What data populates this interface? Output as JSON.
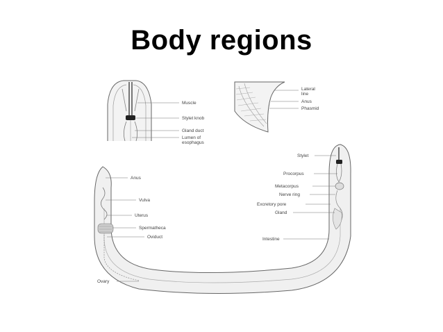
{
  "title": "Body regions",
  "colors": {
    "line": "#666666",
    "fill": "#eeeeee",
    "dark": "#222222",
    "label": "#444444"
  },
  "labels": {
    "head_muscle": "Muscle",
    "head_stylet_knob": "Stylet knob",
    "head_gland_duct": "Gland duct",
    "head_lumen_line1": "Lumen of",
    "head_lumen_line2": "esophagus",
    "tail_lateral_line1": "Lateral",
    "tail_lateral_line2": "line",
    "tail_anus": "Anus",
    "tail_phasmid": "Phasmid",
    "stylet": "Stylet",
    "procorpus": "Procorpus",
    "metacorpus": "Metacorpus",
    "nerve_ring": "Nerve ring",
    "excretory_pore": "Excretory pore",
    "gland": "Gland",
    "intestine": "Intestine",
    "anus": "Anus",
    "vulva": "Vulva",
    "uterus": "Uterus",
    "spermatheca": "Spermatheca",
    "oviduct": "Oviduct",
    "ovary": "Ovary"
  }
}
